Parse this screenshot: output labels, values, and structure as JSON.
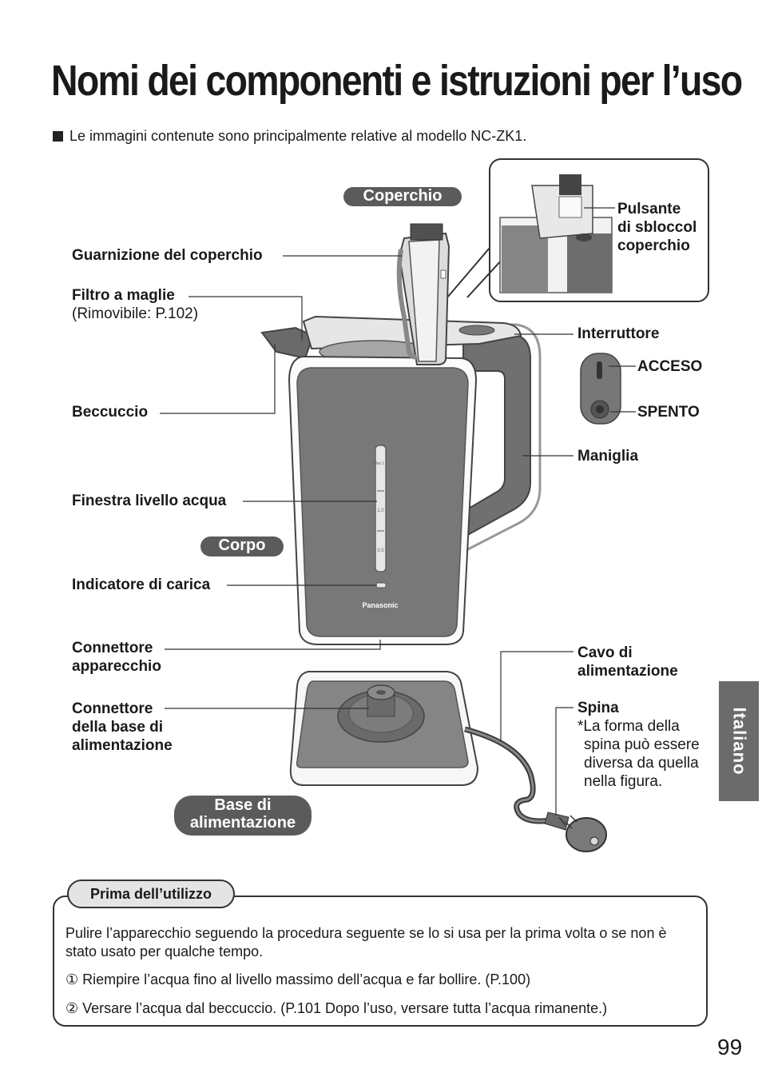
{
  "title": "Nomi dei componenti e istruzioni per l’uso",
  "note": "Le immagini contenute sono principalmente relative al modello NC-ZK1.",
  "sections": {
    "coperchio": "Coperchio",
    "corpo": "Corpo",
    "base_line1": "Base di",
    "base_line2": "alimentazione"
  },
  "labels": {
    "guarnizione": "Guarnizione del coperchio",
    "filtro": "Filtro a maglie",
    "filtro_note": "(Rimovibile: P.102)",
    "beccuccio": "Beccuccio",
    "finestra": "Finestra livello acqua",
    "indicatore": "Indicatore di carica",
    "connettore_app_1": "Connettore",
    "connettore_app_2": "apparecchio",
    "connettore_base_1": "Connettore",
    "connettore_base_2": "della base di",
    "connettore_base_3": "alimentazione",
    "pulsante_1": "Pulsante",
    "pulsante_2": "di sbloccol",
    "pulsante_3": "coperchio",
    "interruttore": "Interruttore",
    "acceso": "ACCESO",
    "spento": "SPENTO",
    "maniglia": "Maniglia",
    "cavo_1": "Cavo di",
    "cavo_2": "alimentazione",
    "spina": "Spina",
    "spina_note_1": "*La forma della",
    "spina_note_2": "spina può essere",
    "spina_note_3": "diversa da quella",
    "spina_note_4": "nella figura."
  },
  "kettle": {
    "brand": "Panasonic",
    "scale_max": "Max 1.5",
    "scale_mid": "1.0",
    "scale_low": "0.5"
  },
  "language_tab": "Italiano",
  "before_use": {
    "heading": "Prima dell’utilizzo",
    "intro": "Pulire l’apparecchio seguendo la procedura seguente se lo si usa per la prima volta o se non è stato usato per qualche tempo.",
    "step1": "① Riempire l’acqua fino al livello massimo dell’acqua e far bollire. (P.100)",
    "step2": "② Versare l’acqua dal beccuccio. (P.101 Dopo l’uso, versare tutta l’acqua rimanente.)"
  },
  "page_number": "99",
  "colors": {
    "body_gray": "#7a7a7a",
    "pill_gray": "#5b5b5b",
    "tab_gray": "#6b6b6b"
  }
}
